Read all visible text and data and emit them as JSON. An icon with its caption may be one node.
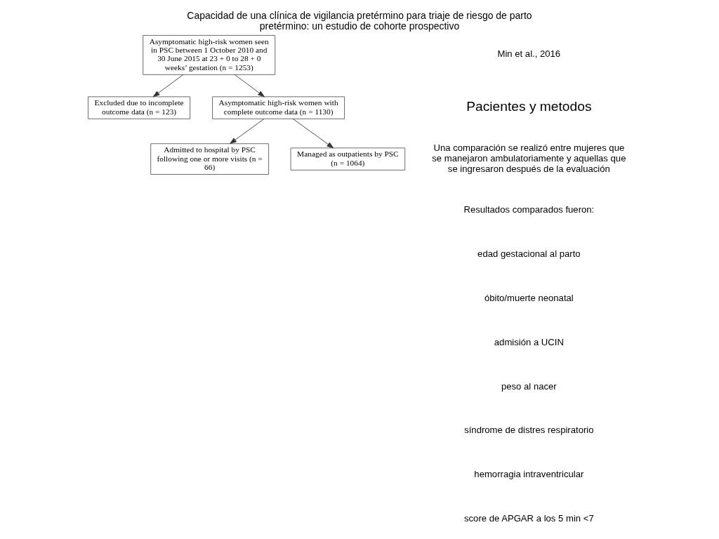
{
  "diagram": {
    "title": "Capacidad de una clínica de vigilancia pretérmino para triaje de riesgo de parto pretérmino: un estudio de cohorte prospectivo",
    "nodes": [
      {
        "text": [
          "Asymptomatic high-risk women seen in PSC between 1 October 2010 and 30 June 2015 at 23 + 0 to 28 + 0 weeks’ gestation (n = 1253)"
        ]
      },
      {
        "text": [
          "Excluded due to incomplete outcome data (n = 123)"
        ]
      },
      {
        "text": [
          "Asymptomatic high-risk women with complete outcome data (n = 1130)"
        ]
      },
      {
        "text": [
          "Admitted to hospital by PSC following one or more visits (n = 66)"
        ]
      },
      {
        "text": [
          "Managed as outpatients by PSC (n = 1064)"
        ]
      }
    ],
    "edges": [
      {
        "from": 0,
        "to": 1,
        "arrow": "to"
      },
      {
        "from": 0,
        "to": 2,
        "arrow": "to"
      },
      {
        "from": 2,
        "to": 3,
        "arrow": "to"
      },
      {
        "from": 2,
        "to": 4,
        "arrow": "to"
      }
    ],
    "labels": [
      "Min et al., 2016",
      "Pacientes y metodos",
      "Una comparación se realizó entre mujeres que se manejaron ambulatoriamente y aquellas que se ingresaron después de la evaluación",
      "Resultados comparados fueron:",
      "edad gestacional al parto",
      "óbito/muerte neonatal",
      "admisión a UCIN",
      "peso al nacer",
      "síndrome de distres respiratorio",
      "hemorragia intraventricular",
      "score de APGAR a los 5 min <7"
    ]
  }
}
